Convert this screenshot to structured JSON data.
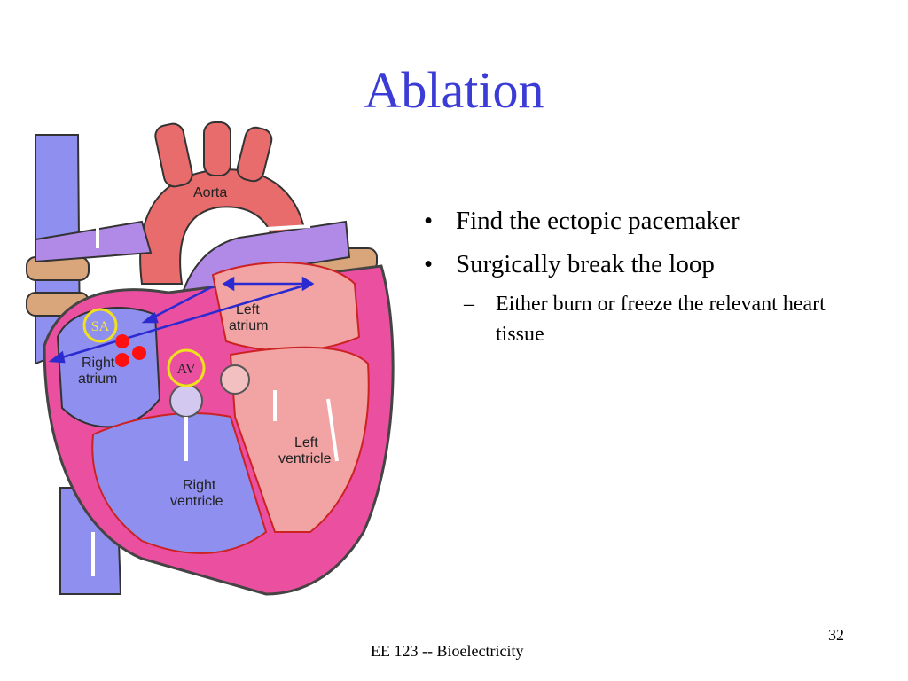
{
  "slide": {
    "title": "Ablation",
    "bullets": [
      "Find the ectopic pacemaker",
      "Surgically break the loop"
    ],
    "sub_bullets": [
      "Either burn or freeze the relevant heart tissue"
    ],
    "footer": "EE 123 -- Bioelectricity",
    "page_number": "32"
  },
  "diagram": {
    "labels": {
      "aorta": "Aorta",
      "left_atrium_1": "Left",
      "left_atrium_2": "atrium",
      "right_atrium_1": "Right",
      "right_atrium_2": "atrium",
      "left_ventricle_1": "Left",
      "left_ventricle_2": "ventricle",
      "right_ventricle_1": "Right",
      "right_ventricle_2": "ventricle",
      "sa_node": "SA",
      "av_node": "AV"
    },
    "colors": {
      "title": "#3b3bd6",
      "deoxygenated": "#8f8ff0",
      "oxygenated": "#e86c6c",
      "pulmonary_vein": "#d9a57a",
      "myocardium": "#ea4fa0",
      "node_ring": "#f0e020",
      "ablation_point": "#ff1111",
      "reentry_arrow": "#2a2ad0"
    }
  }
}
